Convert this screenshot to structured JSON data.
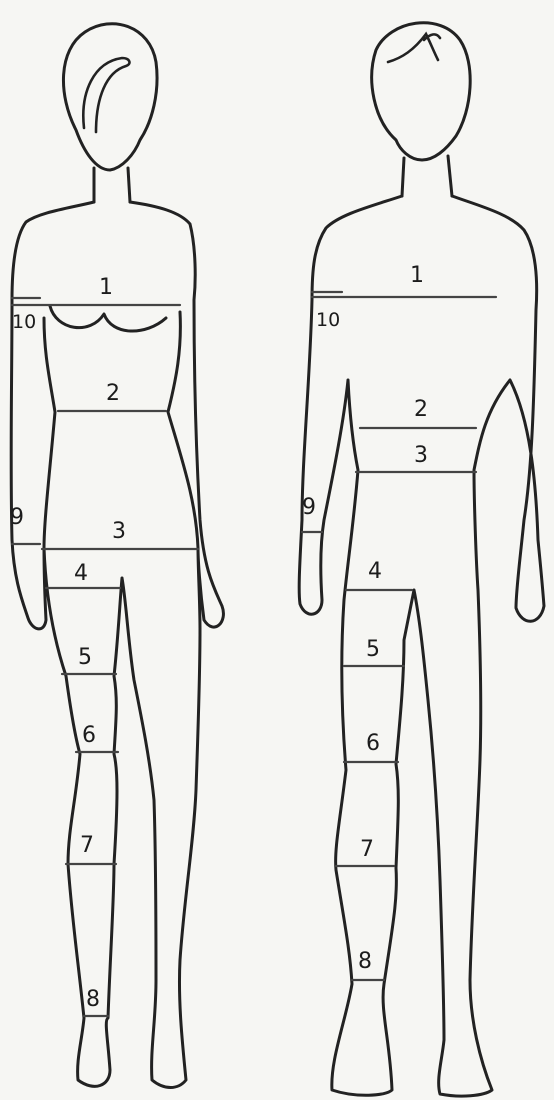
{
  "figures": {
    "female": {
      "labels": [
        "1",
        "2",
        "3",
        "4",
        "5",
        "6",
        "7",
        "8",
        "9",
        "10"
      ]
    },
    "male": {
      "labels": [
        "1",
        "2",
        "3",
        "4",
        "5",
        "6",
        "7",
        "8",
        "9",
        "10"
      ]
    }
  }
}
